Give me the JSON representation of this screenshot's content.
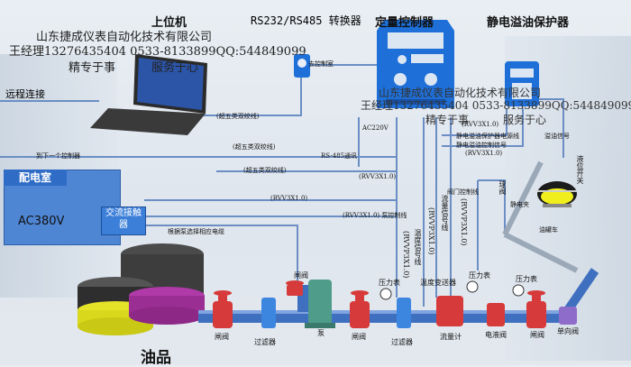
{
  "titles": {
    "host": "上位机",
    "converter": "RS232/RS485 转换器",
    "controller": "定量控制器",
    "protector": "静电溢油保护器"
  },
  "watermark": {
    "line1": "山东捷成仪表自动化技术有限公司",
    "line2": "王经理13276435404 0533-8133899QQ:544849099",
    "line3a": "精专于事",
    "line3b": "服务于心"
  },
  "labels": {
    "remote": "远程连接",
    "power_room": "配电室",
    "ac380": "AC380V",
    "contactor": "交流接触器",
    "oil": "油品",
    "cat5_1": "(超五类双绞线)",
    "cat5_2": "(超五类双绞线)",
    "cat5_3": "(超五类双绞线)",
    "to_next": "到下一个控制器",
    "to_controller": "去控制室",
    "ac220": "AC220V",
    "rs485": "RS-485通讯",
    "rvv_1": "(RVV3X1.0)",
    "rvv_2": "(RVV3X1.0)",
    "rvv_3": "(RVV3X1.0)",
    "pump_ctrl": "(RVV3X1.0) 泵控制线",
    "pump_select": "根据泵选择相应电缆",
    "static_sig": "静电溢油控制信号",
    "static_pwr": "静电溢油保护器电源线",
    "overflow_sig": "溢油信号",
    "level_switch": "液位开关",
    "static_clip": "静电夹",
    "tank_car": "油罐车",
    "ball_valve": "球阀",
    "valve_ctrl": "阀门控制线",
    "flow_sig": "流量信号线",
    "temp_sig": "温度信号线",
    "rvvp_1": "(RVVP3X1.0)",
    "rvvp_2": "(RVVP3X1.0)",
    "rvv_4": "(RVV3X1.0)",
    "valve1": "闸阀",
    "filter1": "过滤器",
    "pump": "泵",
    "valve2": "闸阀",
    "filter2": "过滤器",
    "temp_tx": "温度变送器",
    "flowmeter": "流量计",
    "solenoid": "电液阀",
    "valve3": "闸阀",
    "check_valve": "单向阀",
    "press1": "压力表",
    "press2": "压力表",
    "press3": "压力表",
    "gate_top": "闸阀"
  },
  "colors": {
    "pipe": "#2f5fb8",
    "wire": "#6b8ec4",
    "red_valve": "#d63a3a",
    "blue_box": "#3c7fd9"
  }
}
